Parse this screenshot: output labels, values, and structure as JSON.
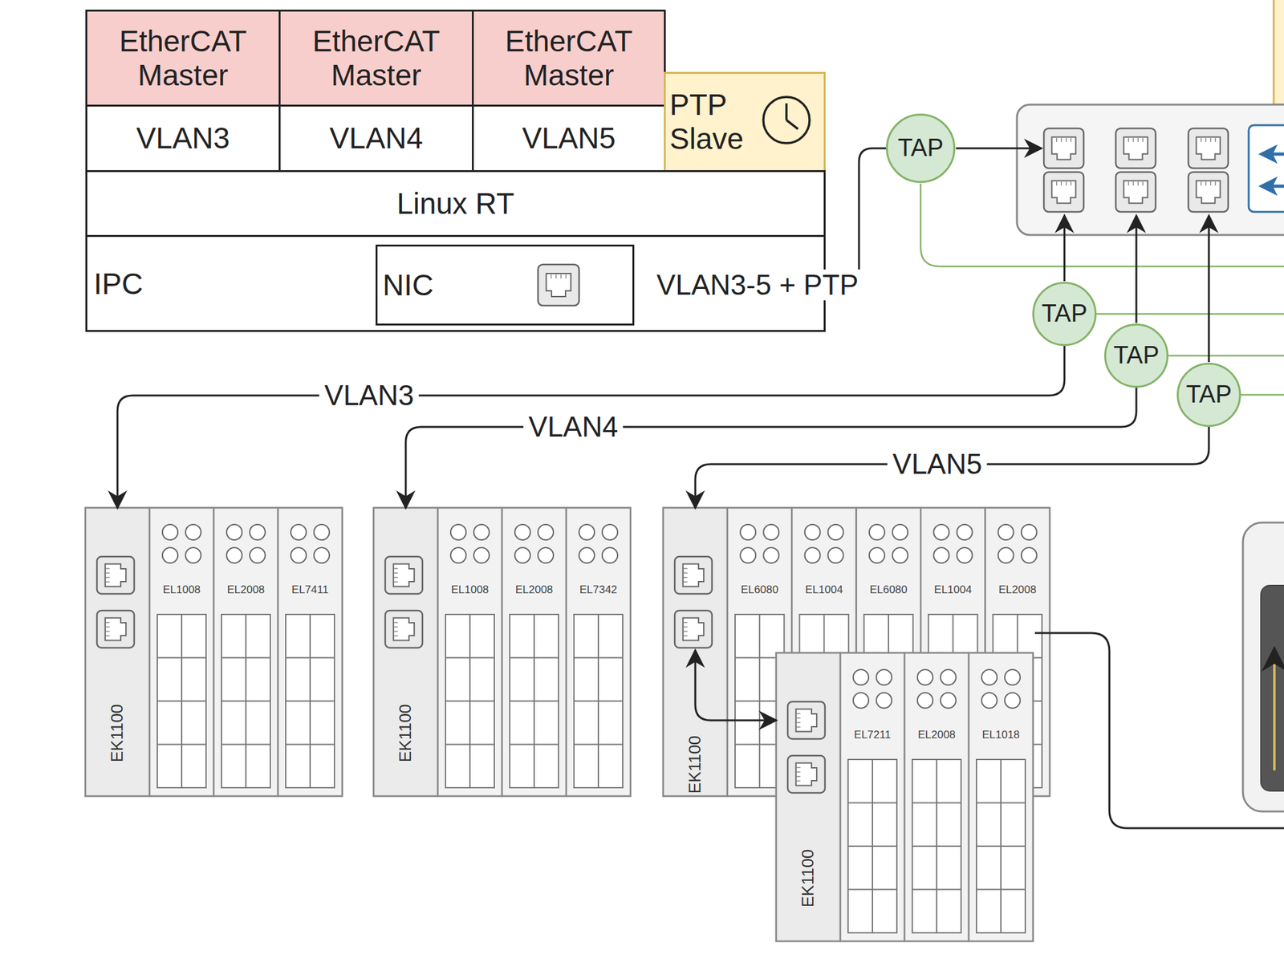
{
  "diagram": {
    "nodes": [
      {
        "text": [
          "EtherCAT Master"
        ]
      },
      {
        "text": [
          "EtherCAT Master"
        ]
      },
      {
        "text": [
          "EtherCAT Master"
        ]
      },
      {
        "text": [
          "VLAN3"
        ]
      },
      {
        "text": [
          "VLAN4"
        ]
      },
      {
        "text": [
          "VLAN5"
        ]
      },
      {
        "text": [
          "PTP Slave"
        ]
      },
      {
        "text": [
          "Linux RT"
        ]
      },
      {
        "text": [
          "IPC"
        ]
      },
      {
        "text": [
          "NIC"
        ],
        "in": 8
      },
      {
        "text": [
          "TAP"
        ]
      },
      {
        "text": [
          "TAP"
        ]
      },
      {
        "text": [
          "TAP"
        ]
      },
      {
        "text": [
          "TAP"
        ]
      },
      {
        "text": [
          "EK1100"
        ]
      },
      {
        "text": [
          "EL1008"
        ]
      },
      {
        "text": [
          "EL2008"
        ]
      },
      {
        "text": [
          "EL7411"
        ]
      },
      {
        "text": [
          "EK1100"
        ]
      },
      {
        "text": [
          "EL1008"
        ]
      },
      {
        "text": [
          "EL2008"
        ]
      },
      {
        "text": [
          "EL7342"
        ]
      },
      {
        "text": [
          "EK1100"
        ]
      },
      {
        "text": [
          "EL6080"
        ]
      },
      {
        "text": [
          "EL1004"
        ]
      },
      {
        "text": [
          "EL6080"
        ]
      },
      {
        "text": [
          "EL1004"
        ]
      },
      {
        "text": [
          "EL2008"
        ]
      },
      {
        "text": [
          "EK1100"
        ]
      },
      {
        "text": [
          "EL7211"
        ]
      },
      {
        "text": [
          "EL2008"
        ]
      },
      {
        "text": [
          "EL1018"
        ]
      }
    ],
    "edges": [
      {
        "from": 10,
        "to": 9,
        "label": "VLAN3-5 + PTP",
        "arrow": "to"
      },
      {
        "from": 11,
        "to": 14,
        "label": "VLAN3",
        "arrow": "to"
      },
      {
        "from": 12,
        "to": 18,
        "label": "VLAN4",
        "arrow": "to"
      },
      {
        "from": 13,
        "to": 22,
        "label": "VLAN5",
        "arrow": "to"
      },
      {
        "from": 22,
        "to": 28,
        "arrow": "both"
      }
    ]
  }
}
